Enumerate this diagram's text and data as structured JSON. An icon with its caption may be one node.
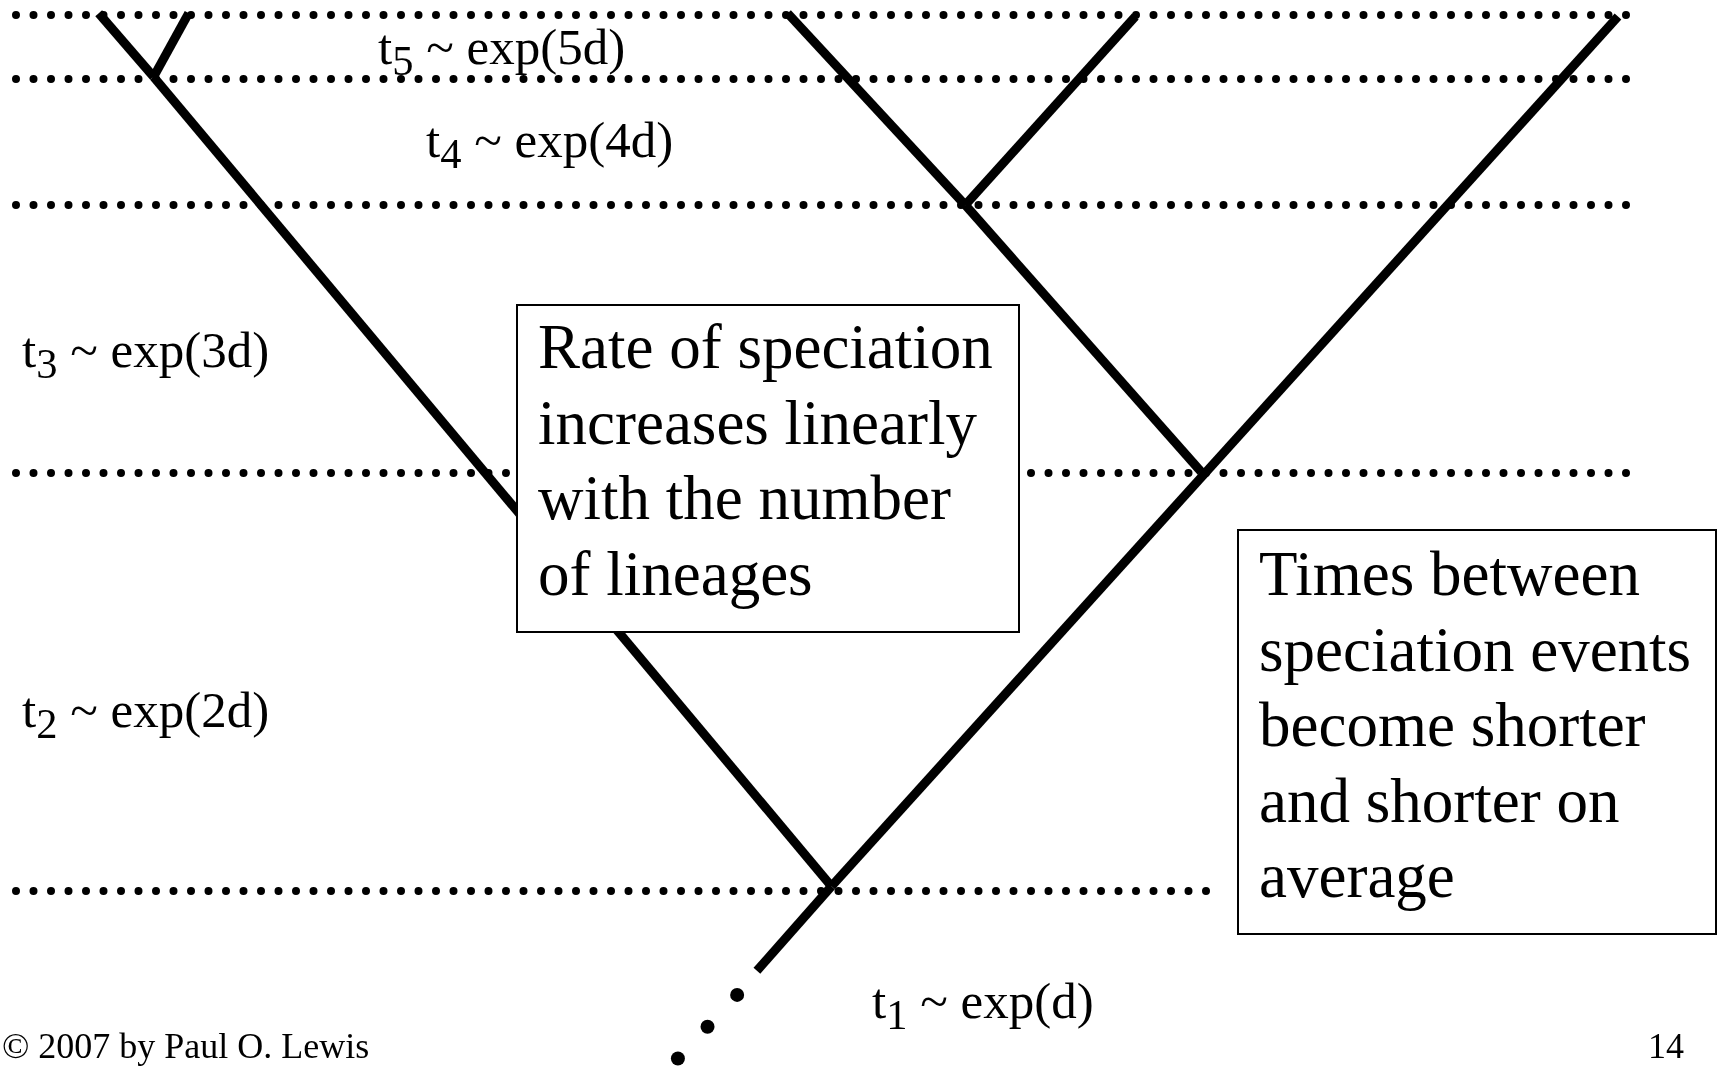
{
  "diagram": {
    "nodes": [
      {
        "text": [
          "Rate of speciation increases linearly with the number of lineages"
        ]
      },
      {
        "text": [
          "Times between speciation events become shorter and shorter on average"
        ]
      }
    ],
    "labels": [
      "t$_{5}$ ~ exp(5d)",
      "t$_{4}$ ~ exp(4d)",
      "t$_{3}$ ~ exp(3d)",
      "t$_{2}$ ~ exp(2d)",
      "t$_{1}$ ~ exp(d)",
      "© 2007 by Paul O. Lewis",
      "14"
    ]
  }
}
